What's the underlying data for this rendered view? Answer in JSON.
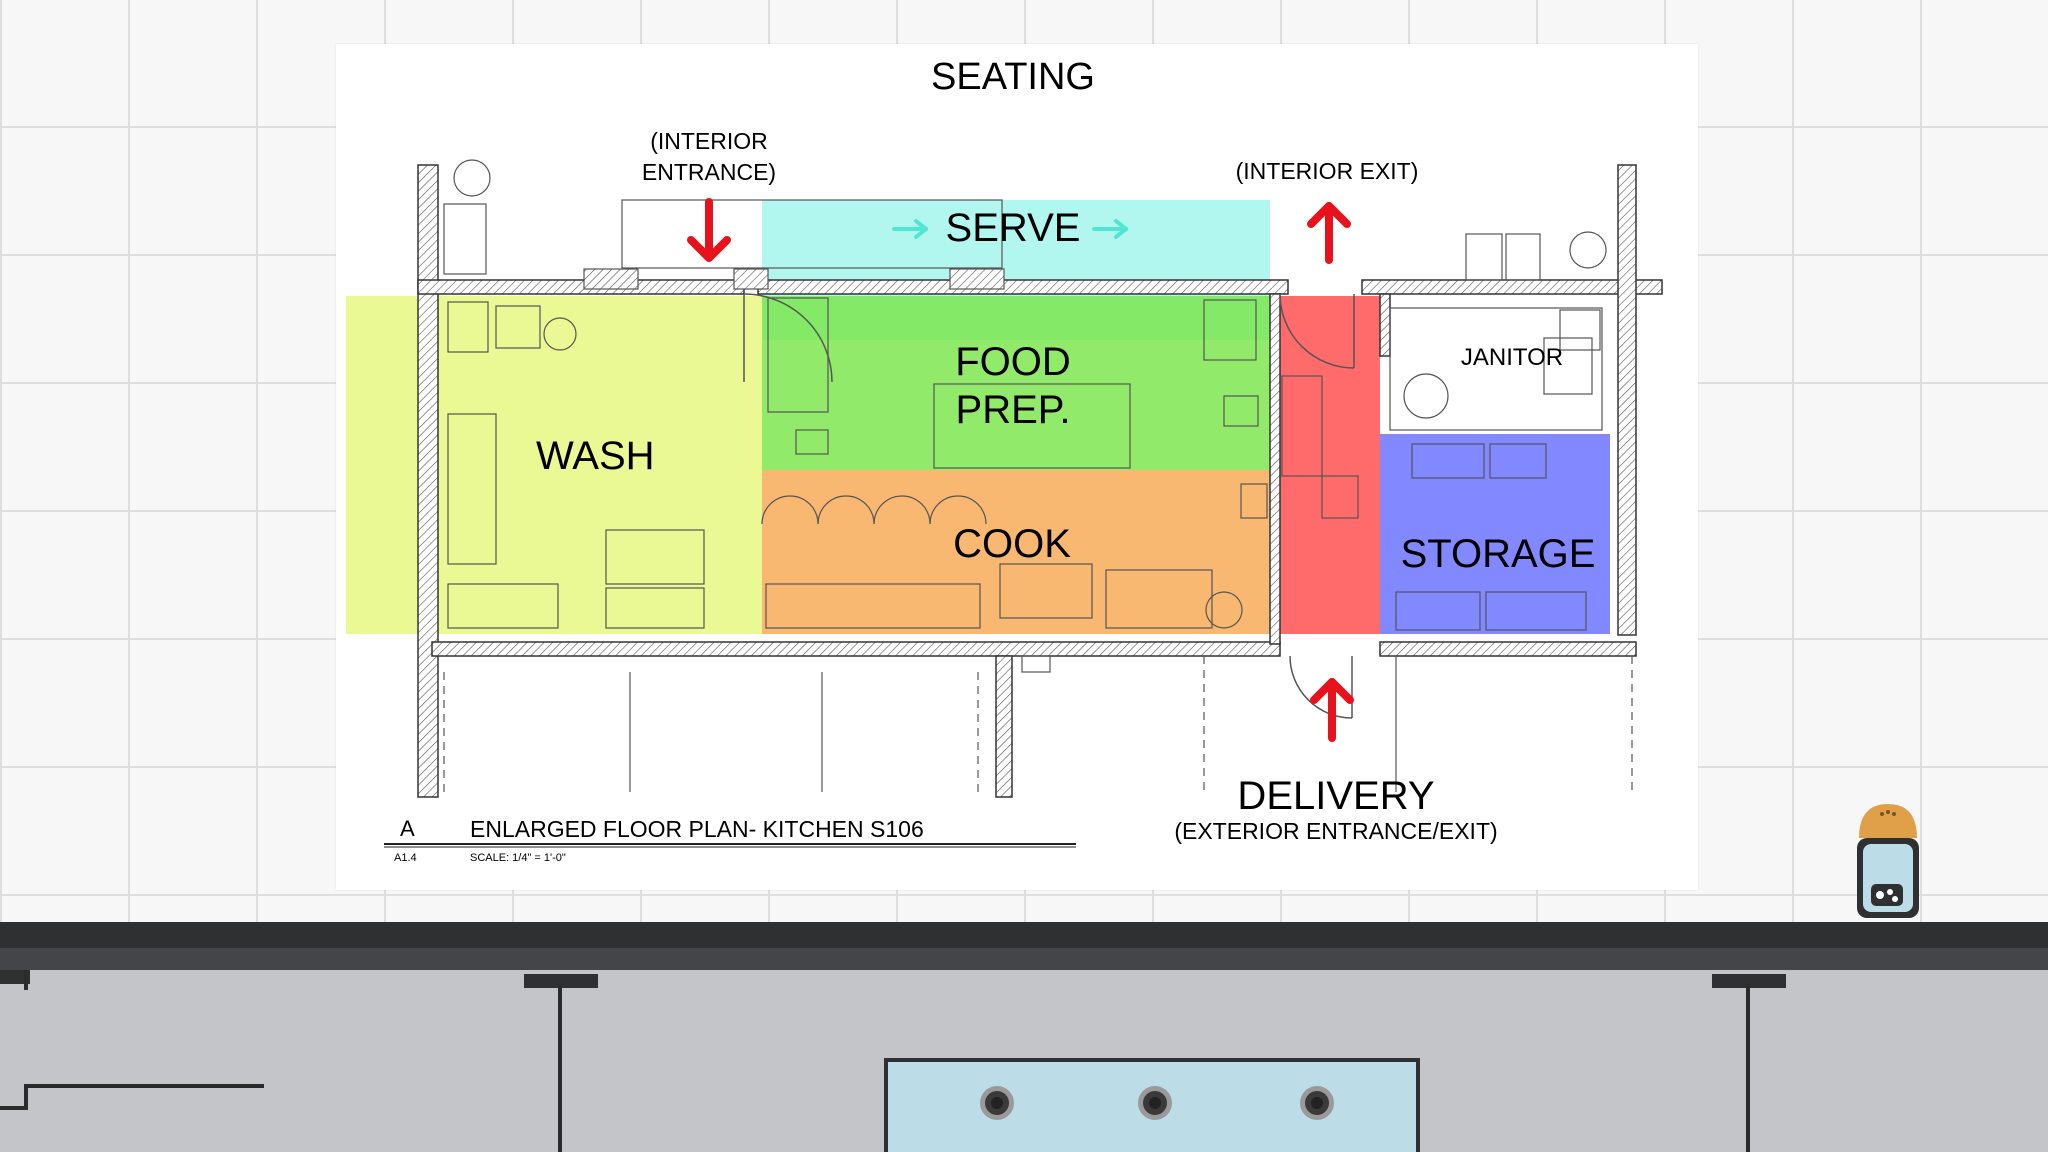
{
  "title": "SEATING",
  "zones": {
    "serve": "SERVE",
    "food_prep": [
      "FOOD",
      "PREP."
    ],
    "wash": "WASH",
    "cook": "COOK",
    "storage": "STORAGE",
    "janitor": "JANITOR"
  },
  "entries": {
    "interior_entrance": [
      "(INTERIOR",
      "ENTRANCE)"
    ],
    "interior_exit": "(INTERIOR EXIT)",
    "delivery": "DELIVERY",
    "delivery_sub": "(EXTERIOR ENTRANCE/EXIT)"
  },
  "title_block": {
    "letter": "A",
    "title": "ENLARGED FLOOR PLAN- KITCHEN S106",
    "sheet": "A1.4",
    "scale": "SCALE: 1/4\" = 1'-0\""
  },
  "colors": {
    "serve": "#7df0e4",
    "wash": "#e2f76a",
    "food_prep": "#7ee650",
    "cook": "#f8b062",
    "corridor": "#ff5a5a",
    "storage": "#7b82ff",
    "arrow": "#e8121c"
  },
  "icons": [
    "arrow-down-icon",
    "arrow-up-icon",
    "arrow-right-icon",
    "salt-shaker-icon"
  ]
}
